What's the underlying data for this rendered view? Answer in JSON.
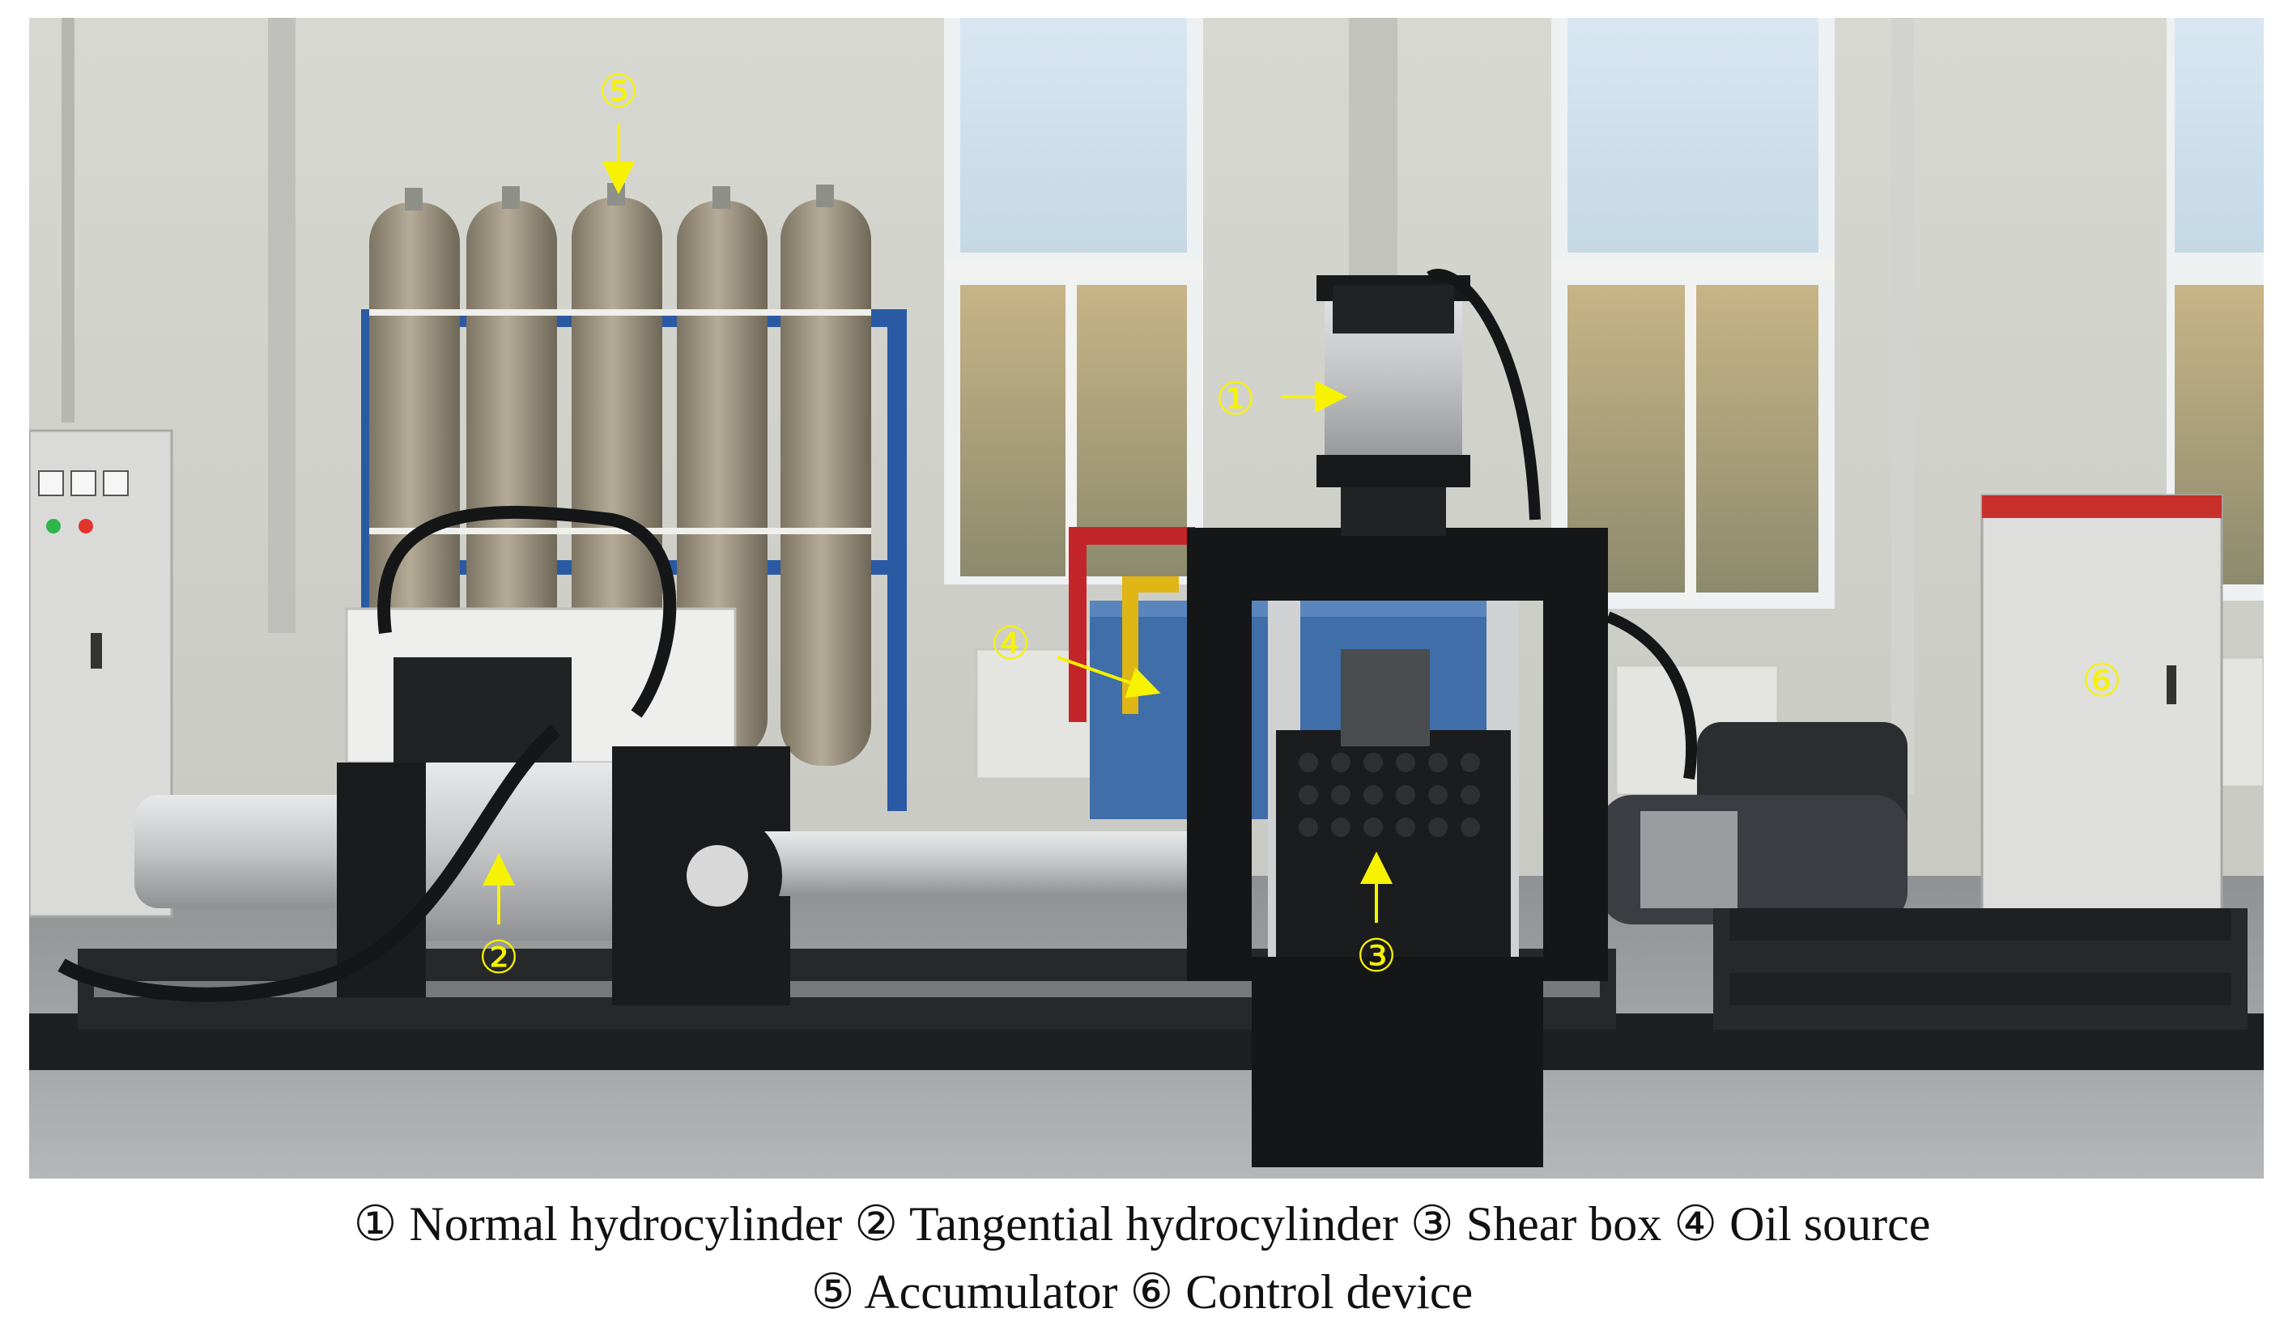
{
  "callouts": [
    {
      "id": "1",
      "glyph": "①"
    },
    {
      "id": "2",
      "glyph": "②"
    },
    {
      "id": "3",
      "glyph": "③"
    },
    {
      "id": "4",
      "glyph": "④"
    },
    {
      "id": "5",
      "glyph": "⑤"
    },
    {
      "id": "6",
      "glyph": "⑥"
    }
  ],
  "caption": {
    "line1": "① Normal hydrocylinder ② Tangential hydrocylinder ③ Shear box ④ Oil source",
    "line2": "⑤ Accumulator ⑥ Control device"
  },
  "colors": {
    "callout": "#f7f200",
    "wall": "#dcdcd6",
    "floor": "#9a9c9e",
    "machine": "#151617"
  }
}
